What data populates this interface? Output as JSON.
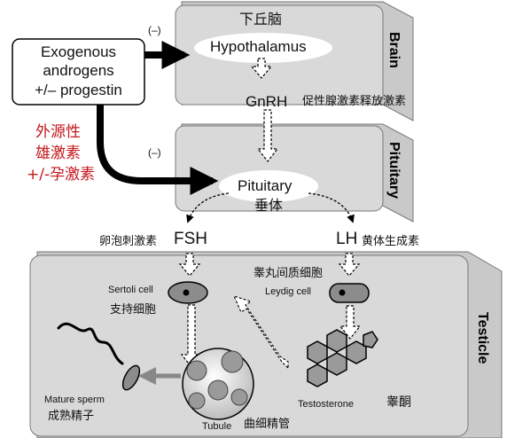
{
  "regions": {
    "brain": "Brain",
    "pituitary": "Pituitary",
    "testicle": "Testicle"
  },
  "exogenous": {
    "line1": "Exogenous",
    "line2": "androgens",
    "line3": "+/– progestin",
    "zh1": "外源性",
    "zh2": "雄激素",
    "zh3": "+/-孕激素"
  },
  "feedback": {
    "brain_sign": "(–)",
    "pituitary_sign": "(–)"
  },
  "hypothalamus": {
    "zh": "下丘脑",
    "en": "Hypothalamus"
  },
  "gnrh": {
    "en": "GnRH",
    "zh": "促性腺激素释放激素"
  },
  "pituitary": {
    "en": "Pituitary",
    "zh": "垂体"
  },
  "fsh": {
    "en": "FSH",
    "zh": "卵泡刺激素"
  },
  "lh": {
    "en": "LH",
    "zh": "黄体生成素"
  },
  "leydig": {
    "zh": "睾丸间质细胞",
    "en": "Leydig cell"
  },
  "sertoli": {
    "en": "Sertoli cell",
    "zh": "支持细胞"
  },
  "testosterone": {
    "en": "Testosterone",
    "zh": "睾酮"
  },
  "tubule": {
    "en": "Tubule",
    "zh": "曲细精管"
  },
  "sperm": {
    "en": "Mature sperm",
    "zh": "成熟精子"
  },
  "colors": {
    "panel": "#d9d9d9",
    "panel_back": "#c9c9c9",
    "red_text": "#c4161c",
    "arrow_gray": "#888888"
  }
}
